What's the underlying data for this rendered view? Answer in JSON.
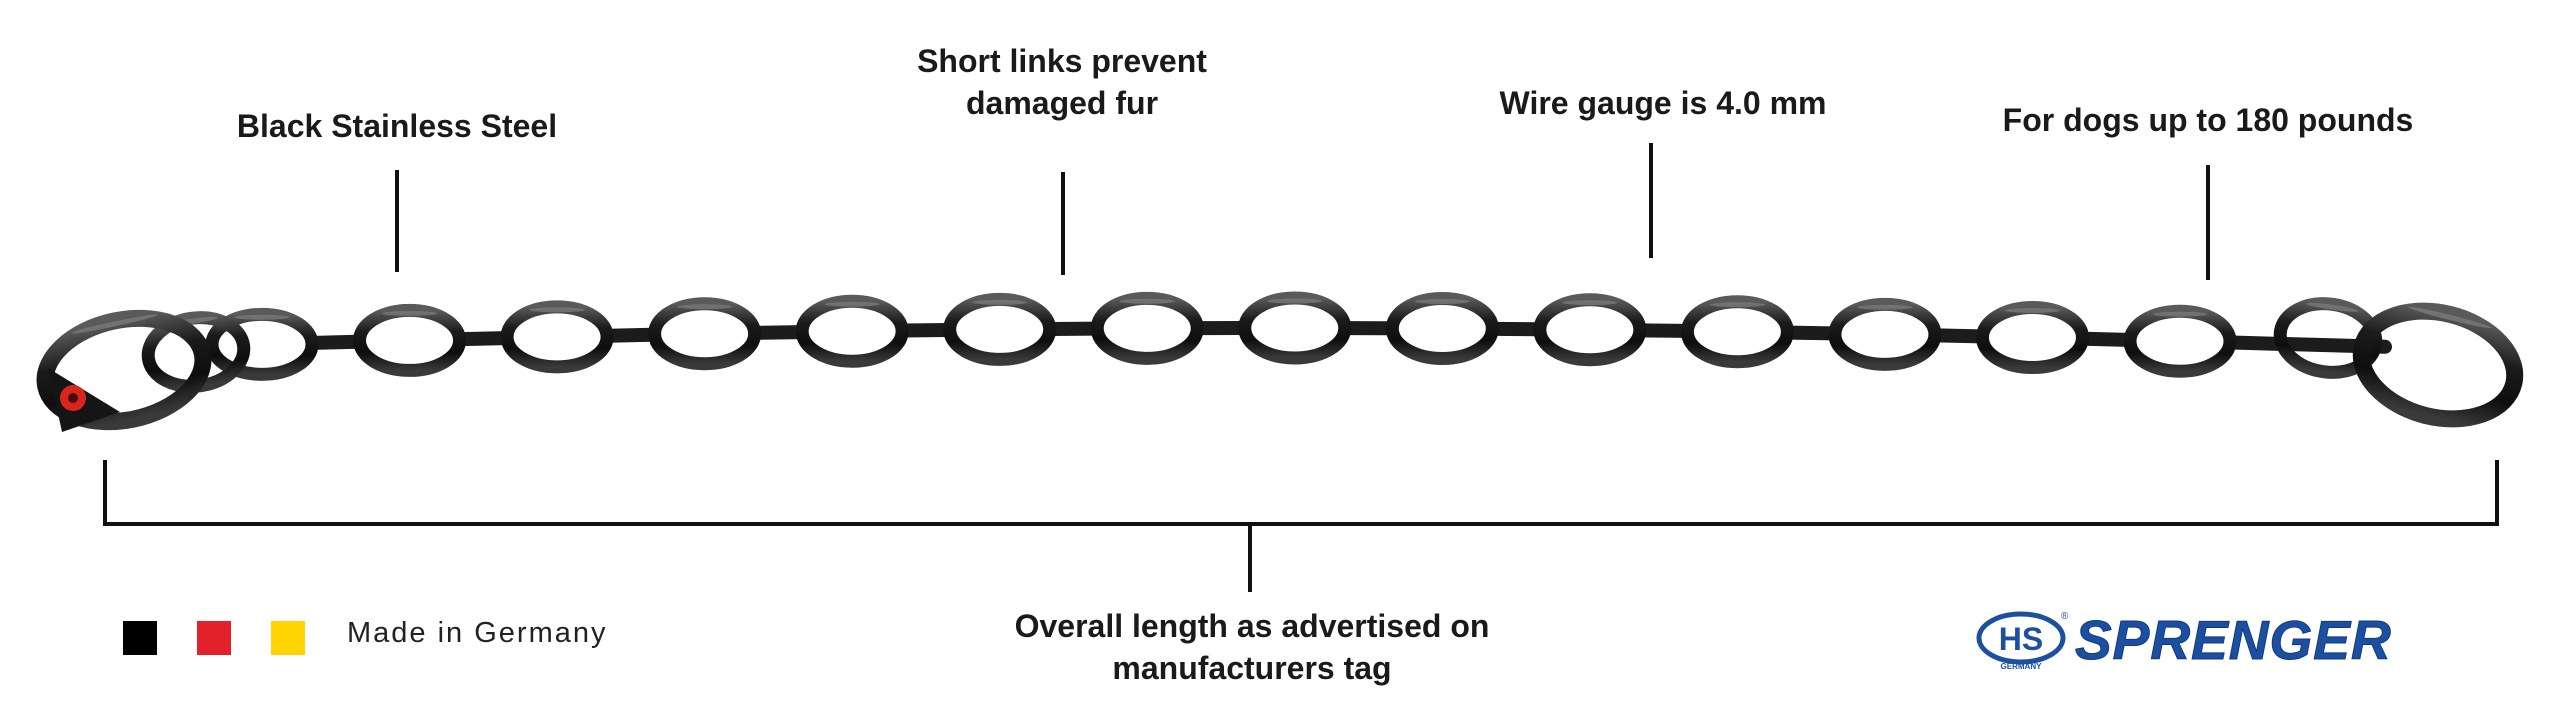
{
  "callouts": {
    "material": "Black Stainless Steel",
    "links_line1": "Short links prevent",
    "links_line2": "damaged fur",
    "wire": "Wire gauge is 4.0 mm",
    "dogs": "For dogs up to 180 pounds",
    "length_line1": "Overall length as advertised on",
    "length_line2": "manufacturers tag"
  },
  "footer": {
    "made_in": "Made in Germany",
    "flag_colors": [
      "#000000",
      "#e3212b",
      "#ffd400"
    ]
  },
  "brand": {
    "badge": "HS",
    "badge_sub": "GERMANY",
    "name": "SPRENGER",
    "color": "#1d4fa0"
  },
  "chain": {
    "color": "#1c1c1c",
    "inner_link_count": 14,
    "tag_color": "#d8261e"
  }
}
